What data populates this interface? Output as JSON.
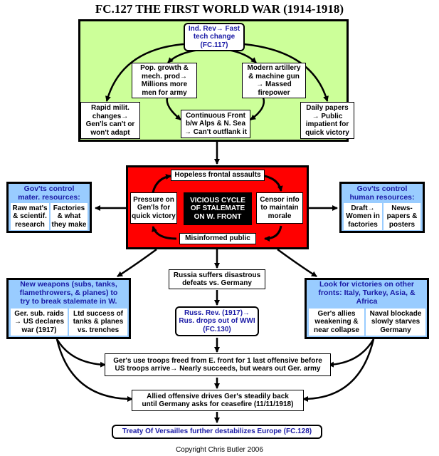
{
  "title": "FC.127 THE FIRST WORLD WAR (1914-1918)",
  "copyright": "Copyright Chris Butler 2006",
  "top": {
    "indrev": "Ind. Rev→ Fast\ntech change\n(FC.117)",
    "pop": "Pop. growth &\nmech. prod→\nMillions more\nmen for army",
    "artillery": "Modern artillery\n& machine gun\n→ Massed\nfirepower",
    "rapid": "Rapid milit.\nchanges→\nGen'ls can't or\nwon't adapt",
    "front": "Continuous Front\nb/w Alps & N. Sea\n→ Can't outflank it",
    "papers": "Daily papers\n→ Public\nimpatient for\nquick victory"
  },
  "cycle": {
    "assaults": "Hopeless frontal assaults",
    "pressure": "Pressure on\nGen'ls for\nquick victory",
    "vicious": "VICIOUS CYCLE\nOF STALEMATE\nON W. FRONT",
    "censor": "Censor info\nto maintain\nmorale",
    "misinformed": "Misinformed public"
  },
  "left_gov": {
    "title": "Gov'ts control\nmater. resources:",
    "a": "Raw mat's\n& scientif.\nresearch",
    "b": "Factories\n& what\nthey make"
  },
  "right_gov": {
    "title": "Gov'ts control\nhuman resources:",
    "a": "Draft→\nWomen in\nfactories",
    "b": "News-\npapers &\nposters"
  },
  "weapons": {
    "title": "New weapons (subs, tanks,\nflamethrowers, & planes) to\ntry to break stalemate in W.",
    "a": "Ger. sub. raids\n→ US declares\nwar (1917)",
    "b": "Ltd success of\ntanks & planes\nvs. trenches"
  },
  "victories": {
    "title": "Look for victories on other\nfronts: Italy, Turkey, Asia, &\nAfrica",
    "a": "Ger's allies\nweakening &\nnear collapse",
    "b": "Naval blockade\nslowly starves\nGermany"
  },
  "russia": "Russia suffers disastrous\ndefeats vs. Germany",
  "russrev": "Russ. Rev. (1917)→\nRus. drops out of WWI\n(FC.130)",
  "offensive": "Ger's use troops freed from E. front for 1 last offensive before\nUS troops arrive→ Nearly succeeds, but wears out Ger. army",
  "allied": "Allied offensive drives Ger's steadily back\nuntil Germany asks for ceasefire (11/11/1918)",
  "versailles": "Treaty Of Versailles further destabilizes Europe (FC.128)"
}
